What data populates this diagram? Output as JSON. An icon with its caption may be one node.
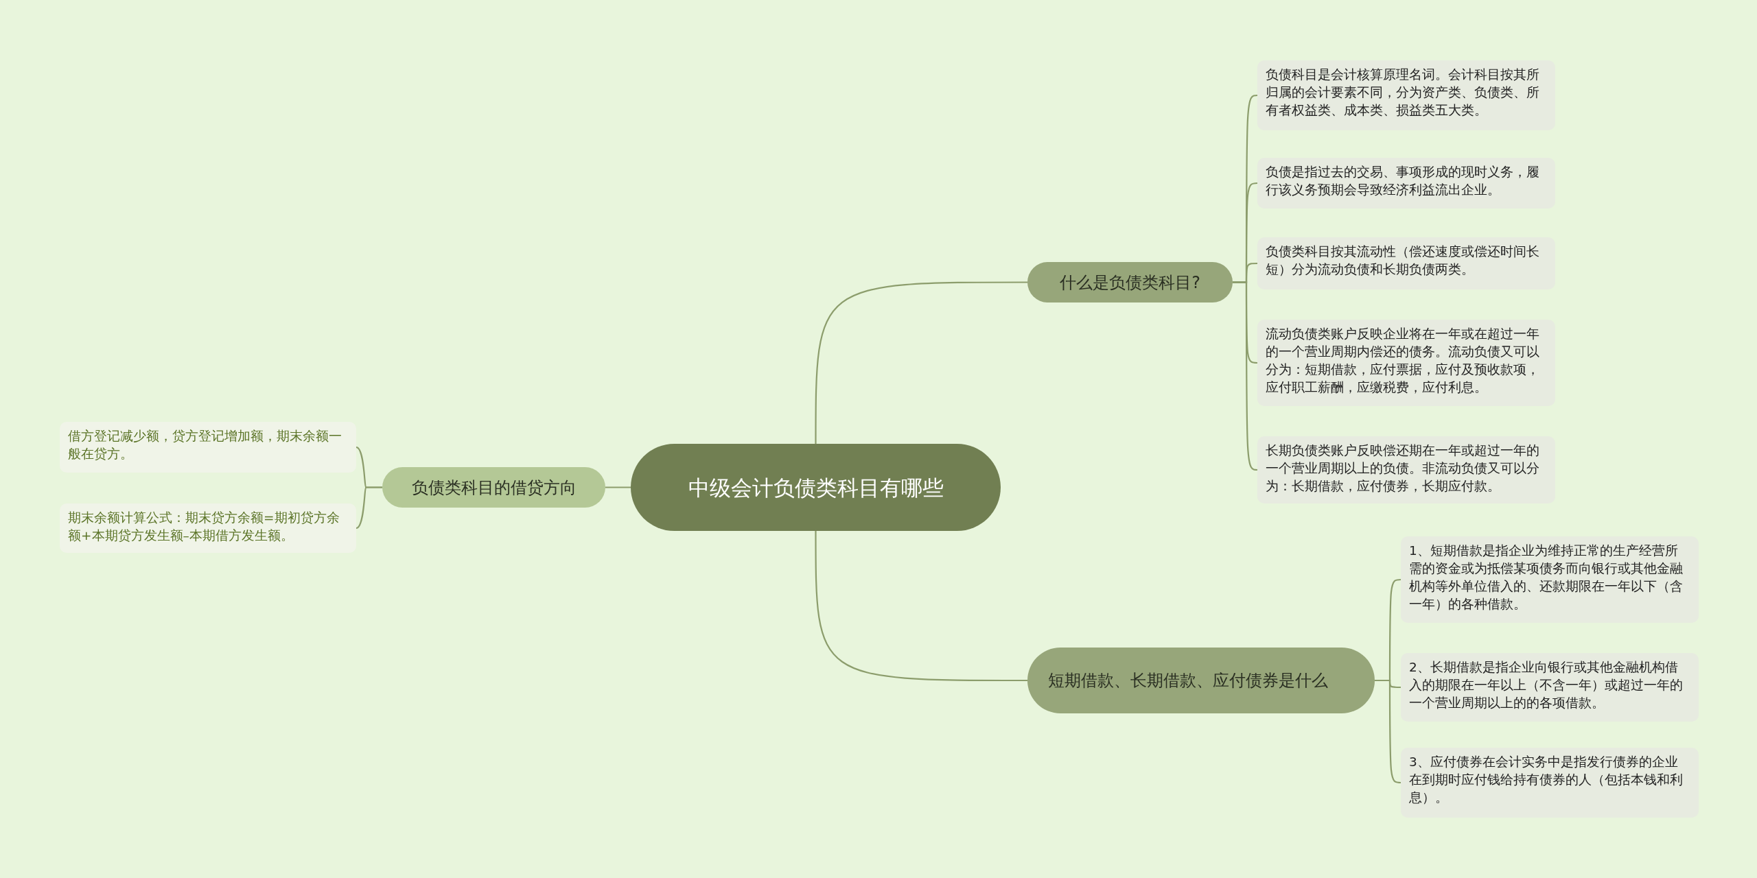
{
  "diagram": {
    "nodes": [
      {
        "text": [
          "中级会计负债类科目有哪些"
        ]
      },
      {
        "text": [
          "什么是负债类科目?"
        ]
      },
      {
        "text": [
          "负债科目是会计核算原理名词。会计科目按其所归属的会计要素不同，分为资产类、负债类、所有者权益类、成本类、损益类五大类。"
        ]
      },
      {
        "text": [
          "负债是指过去的交易、事项形成的现时义务，履行该义务预期会导致经济利益流出企业。"
        ]
      },
      {
        "text": [
          "负债类科目按其流动性（偿还速度或偿还时间长短）分为流动负债和长期负债两类。"
        ]
      },
      {
        "text": [
          "流动负债类账户反映企业将在一年或在超过一年的一个营业周期内偿还的债务。流动负债又可以分为：短期借款，应付票据，应付及预收款项，应付职工薪酬，应缴税费，应付利息。"
        ]
      },
      {
        "text": [
          "长期负债类账户反映偿还期在一年或超过一年的一个营业周期以上的负债。非流动负债又可以分为：长期借款，应付债券，长期应付款。"
        ]
      },
      {
        "text": [
          "短期借款、长期借款、应付债券是什么"
        ]
      },
      {
        "text": [
          "1、短期借款是指企业为维持正常的生产经营所需的资金或为抵偿某项债务而向银行或其他金融机构等外单位借入的、还款期限在一年以下（含一年）的各种借款。"
        ]
      },
      {
        "text": [
          "2、长期借款是指企业向银行或其他金融机构借入的期限在一年以上（不含一年）或超过一年的一个营业周期以上的的各项借款。"
        ]
      },
      {
        "text": [
          "3、应付债券在会计实务中是指发行债券的企业在到期时应付钱给持有债券的人（包括本钱和利息）。"
        ]
      },
      {
        "text": [
          "负债类科目的借贷方向"
        ]
      },
      {
        "text": [
          "借方登记减少额，贷方登记增加额，期末余额一般在贷方。"
        ]
      },
      {
        "text": [
          "期末余额计算公式：期末贷方余额=期初贷方余额+本期贷方发生额–本期借方发生额。"
        ]
      }
    ],
    "edges": [
      {
        "from": 0,
        "to": 1,
        "arrow": "none"
      },
      {
        "from": 1,
        "to": 2,
        "arrow": "none"
      },
      {
        "from": 1,
        "to": 3,
        "arrow": "none"
      },
      {
        "from": 1,
        "to": 4,
        "arrow": "none"
      },
      {
        "from": 1,
        "to": 5,
        "arrow": "none"
      },
      {
        "from": 1,
        "to": 6,
        "arrow": "none"
      },
      {
        "from": 0,
        "to": 7,
        "arrow": "none"
      },
      {
        "from": 7,
        "to": 8,
        "arrow": "none"
      },
      {
        "from": 7,
        "to": 9,
        "arrow": "none"
      },
      {
        "from": 7,
        "to": 10,
        "arrow": "none"
      },
      {
        "from": 0,
        "to": 11,
        "arrow": "none"
      },
      {
        "from": 11,
        "to": 12,
        "arrow": "none"
      },
      {
        "from": 11,
        "to": 13,
        "arrow": "none"
      }
    ]
  }
}
